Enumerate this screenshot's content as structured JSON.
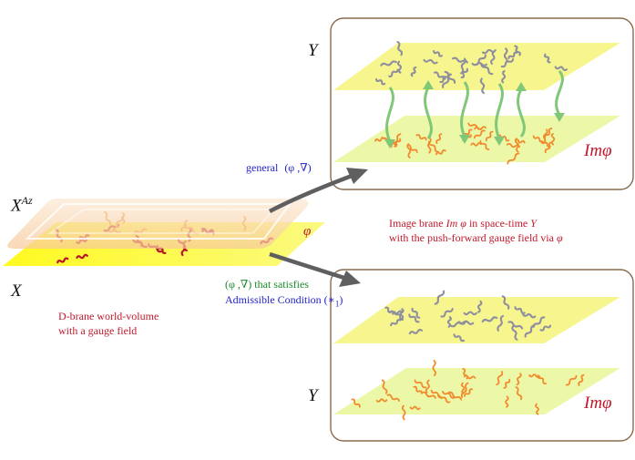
{
  "labels": {
    "y_top": "Y",
    "y_bottom": "Y",
    "x_az_base": "X",
    "x_az_sup": "Az",
    "x": "X",
    "im_top": "Imφ",
    "im_bottom": "Imφ",
    "phi": "φ",
    "general_prefix": "general",
    "general_pair": "(φ ,∇)",
    "adm_pair": "(φ ,∇)",
    "adm_tail": " that satisfies",
    "adm_line2": "Admissible Condition (∗",
    "adm_sub": "1",
    "adm_close": ")",
    "dbrane_line1": "D-brane world-volume",
    "dbrane_line2": "with a gauge field",
    "image_line1_a": "Image brane ",
    "image_line1_im": "Im φ",
    "image_line1_b": " in space-time ",
    "image_line1_y": "Y",
    "image_line2_a": "with the push-forward gauge field via ",
    "image_line2_phi": "φ"
  },
  "colors": {
    "box_border": "#8b6a4e",
    "sheet_yellow": "#f6f59a",
    "sheet_yellow_mid": "#fffd3a",
    "sheet_green": "#eef7a8",
    "field_red": "#b8152a",
    "field_orange": "#f08a2c",
    "field_gray": "#8e8e9e",
    "arrow_gray": "#5f5f5f",
    "arrow_green": "#80c878",
    "text_red": "#c0182c",
    "text_blue": "#2222cc",
    "text_green": "#1a8a2a"
  }
}
